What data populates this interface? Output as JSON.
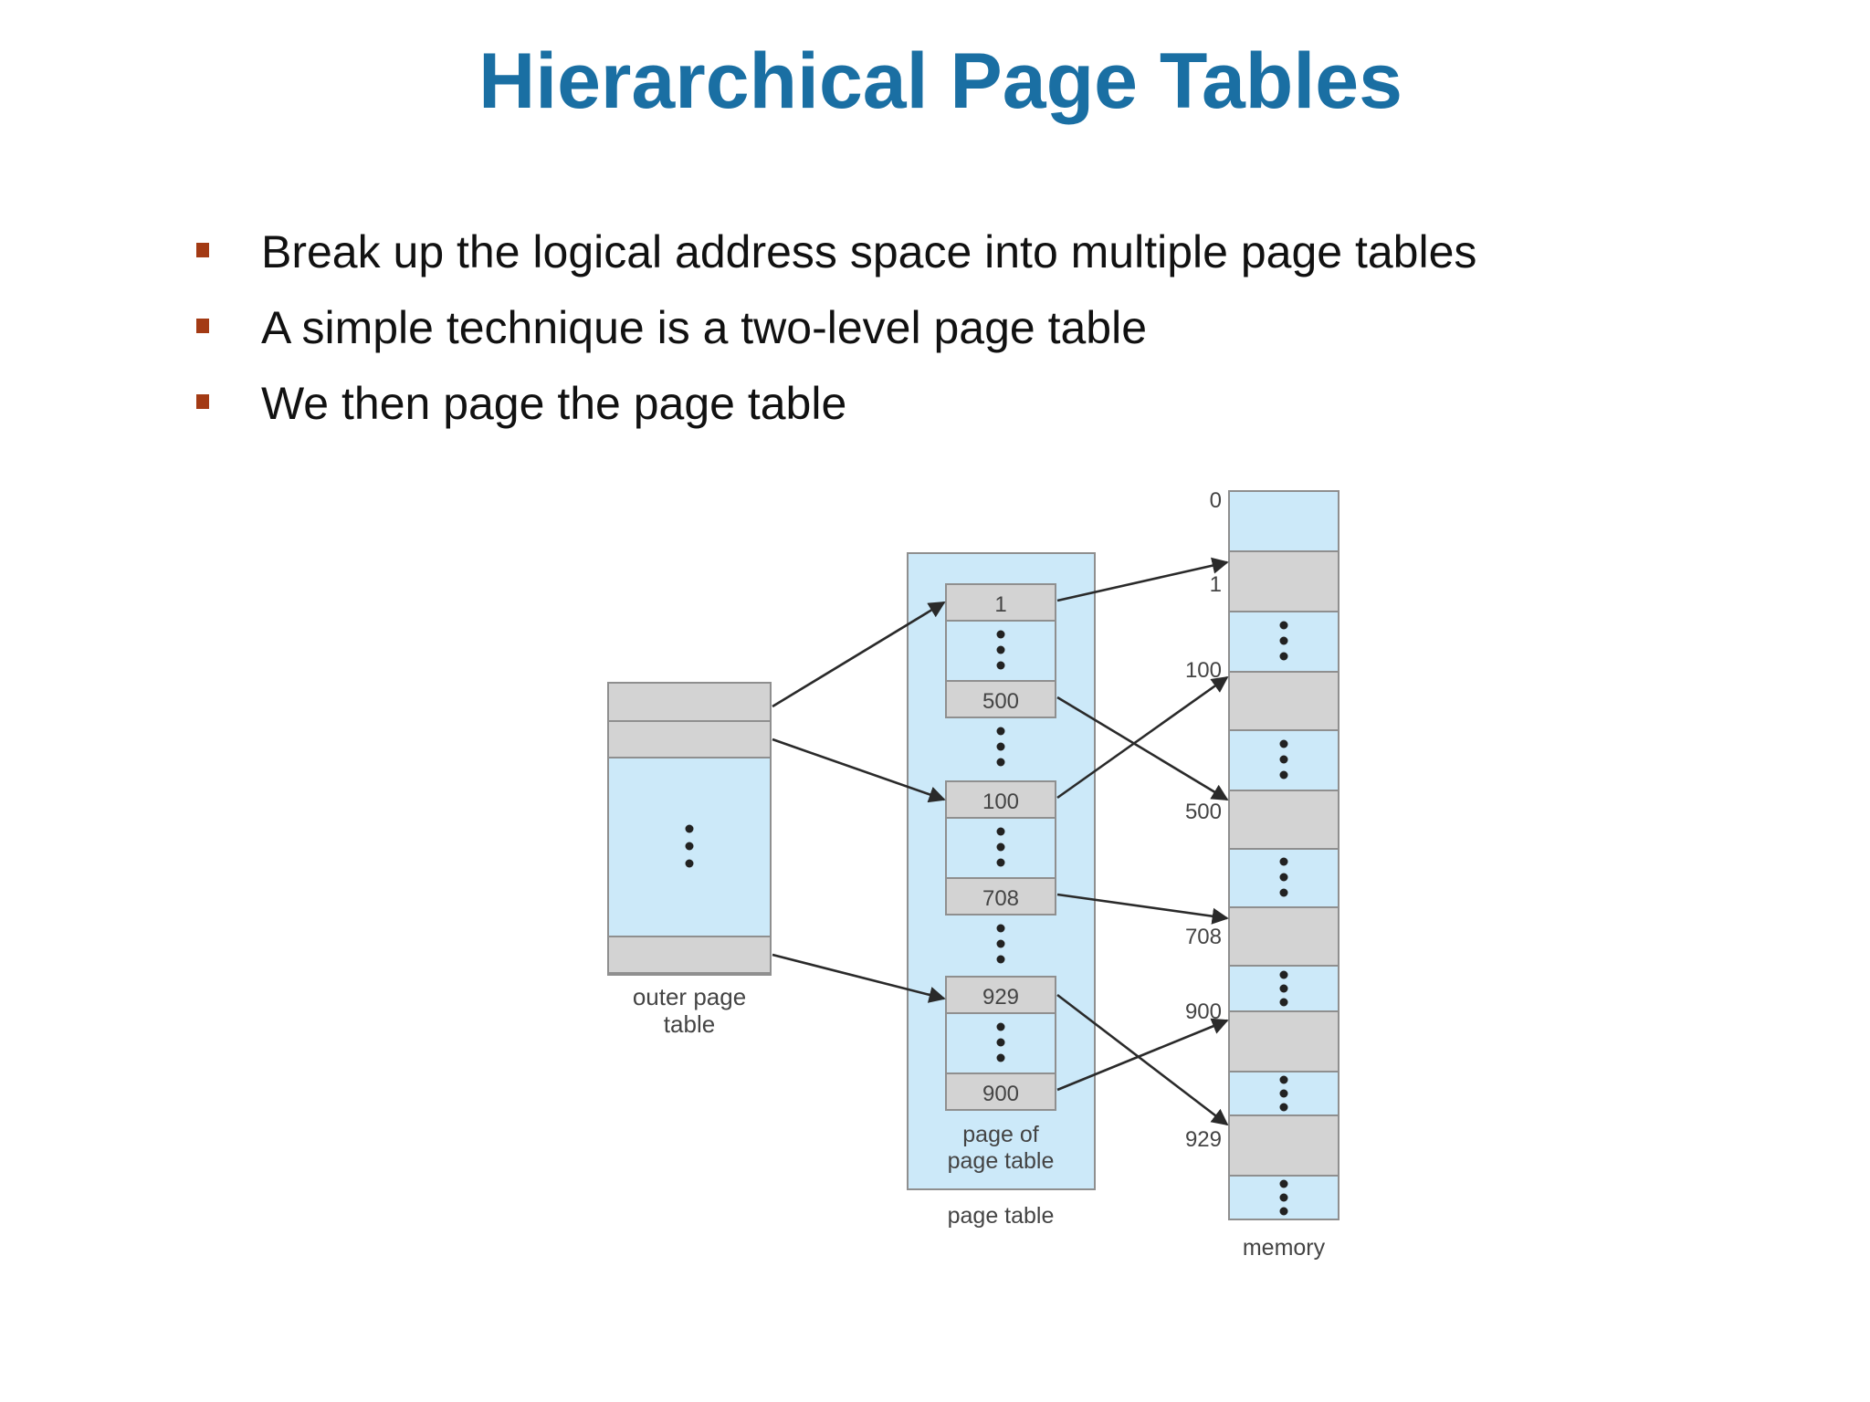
{
  "slide": {
    "title": "Hierarchical Page Tables",
    "bullets": [
      "Break up the logical address space into multiple page tables",
      "A simple technique is a two-level page table",
      "We then page the page table"
    ]
  },
  "diagram": {
    "outer_label_line1": "outer page",
    "outer_label_line2": "table",
    "inner_label_line1": "page of",
    "inner_label_line2": "page table",
    "page_table_label": "page table",
    "memory_label": "memory",
    "inner_entries": [
      "1",
      "500",
      "100",
      "708",
      "929",
      "900"
    ],
    "memory_frame_labels": [
      "0",
      "1",
      "100",
      "500",
      "708",
      "900",
      "929"
    ],
    "colors": {
      "light_blue": "#cce9f9",
      "gray": "#d3d3d3",
      "outline": "#8f8f8f",
      "arrow": "#2a2a2a"
    }
  }
}
